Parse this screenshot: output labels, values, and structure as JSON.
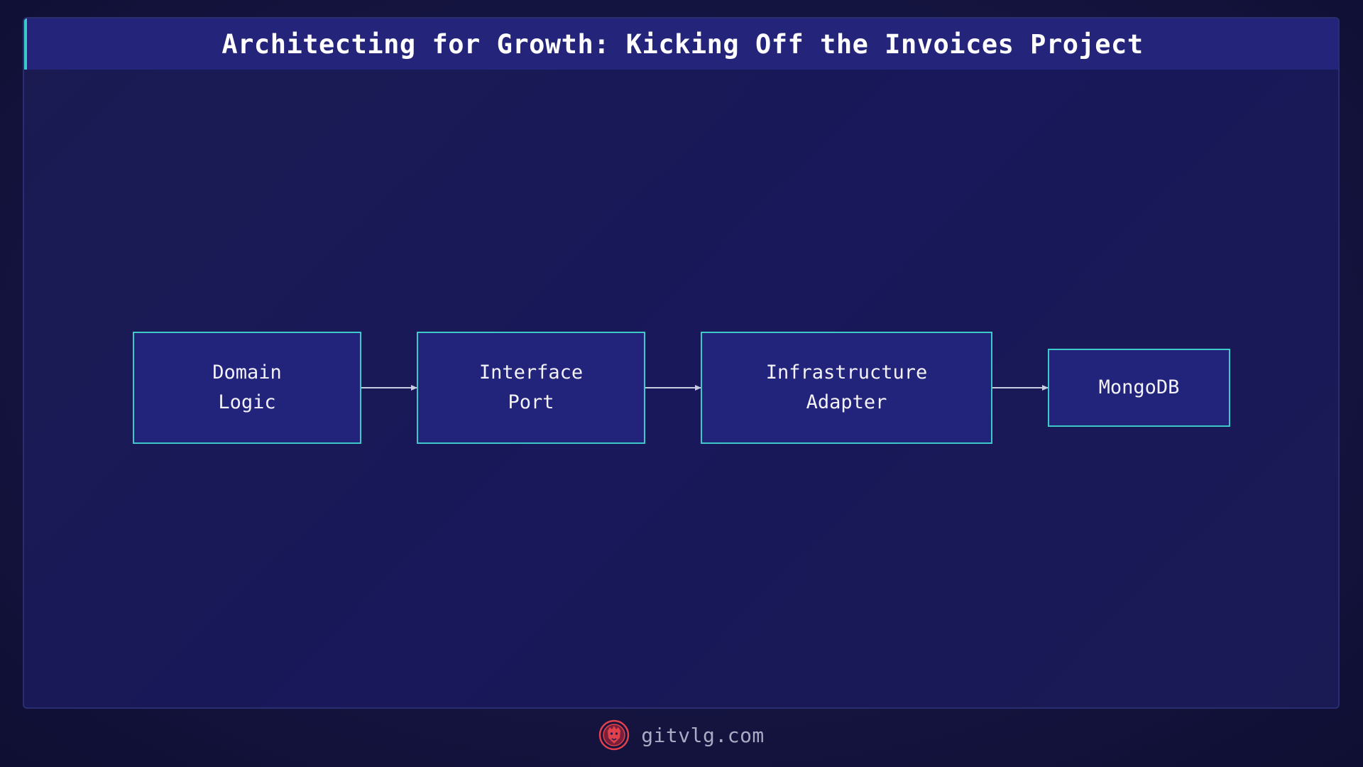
{
  "header": {
    "title": "Architecting for Growth: Kicking Off the Invoices Project"
  },
  "diagram": {
    "nodes": [
      {
        "label": "Domain\nLogic"
      },
      {
        "label": "Interface\nPort"
      },
      {
        "label": "Infrastructure\nAdapter"
      },
      {
        "label": "MongoDB"
      }
    ],
    "edges": [
      {
        "from": "Domain Logic",
        "to": "Interface Port"
      },
      {
        "from": "Interface Port",
        "to": "Infrastructure Adapter"
      },
      {
        "from": "Infrastructure Adapter",
        "to": "MongoDB"
      }
    ]
  },
  "footer": {
    "site": "gitvlg.com",
    "logo_icon": "lion-head-icon"
  },
  "colors": {
    "background": "#141440",
    "title_bar": "#23247a",
    "accent": "#3ec9c9",
    "node_fill": "#22237a",
    "arrow": "#c9cbe0",
    "logo": "#e0414a"
  }
}
